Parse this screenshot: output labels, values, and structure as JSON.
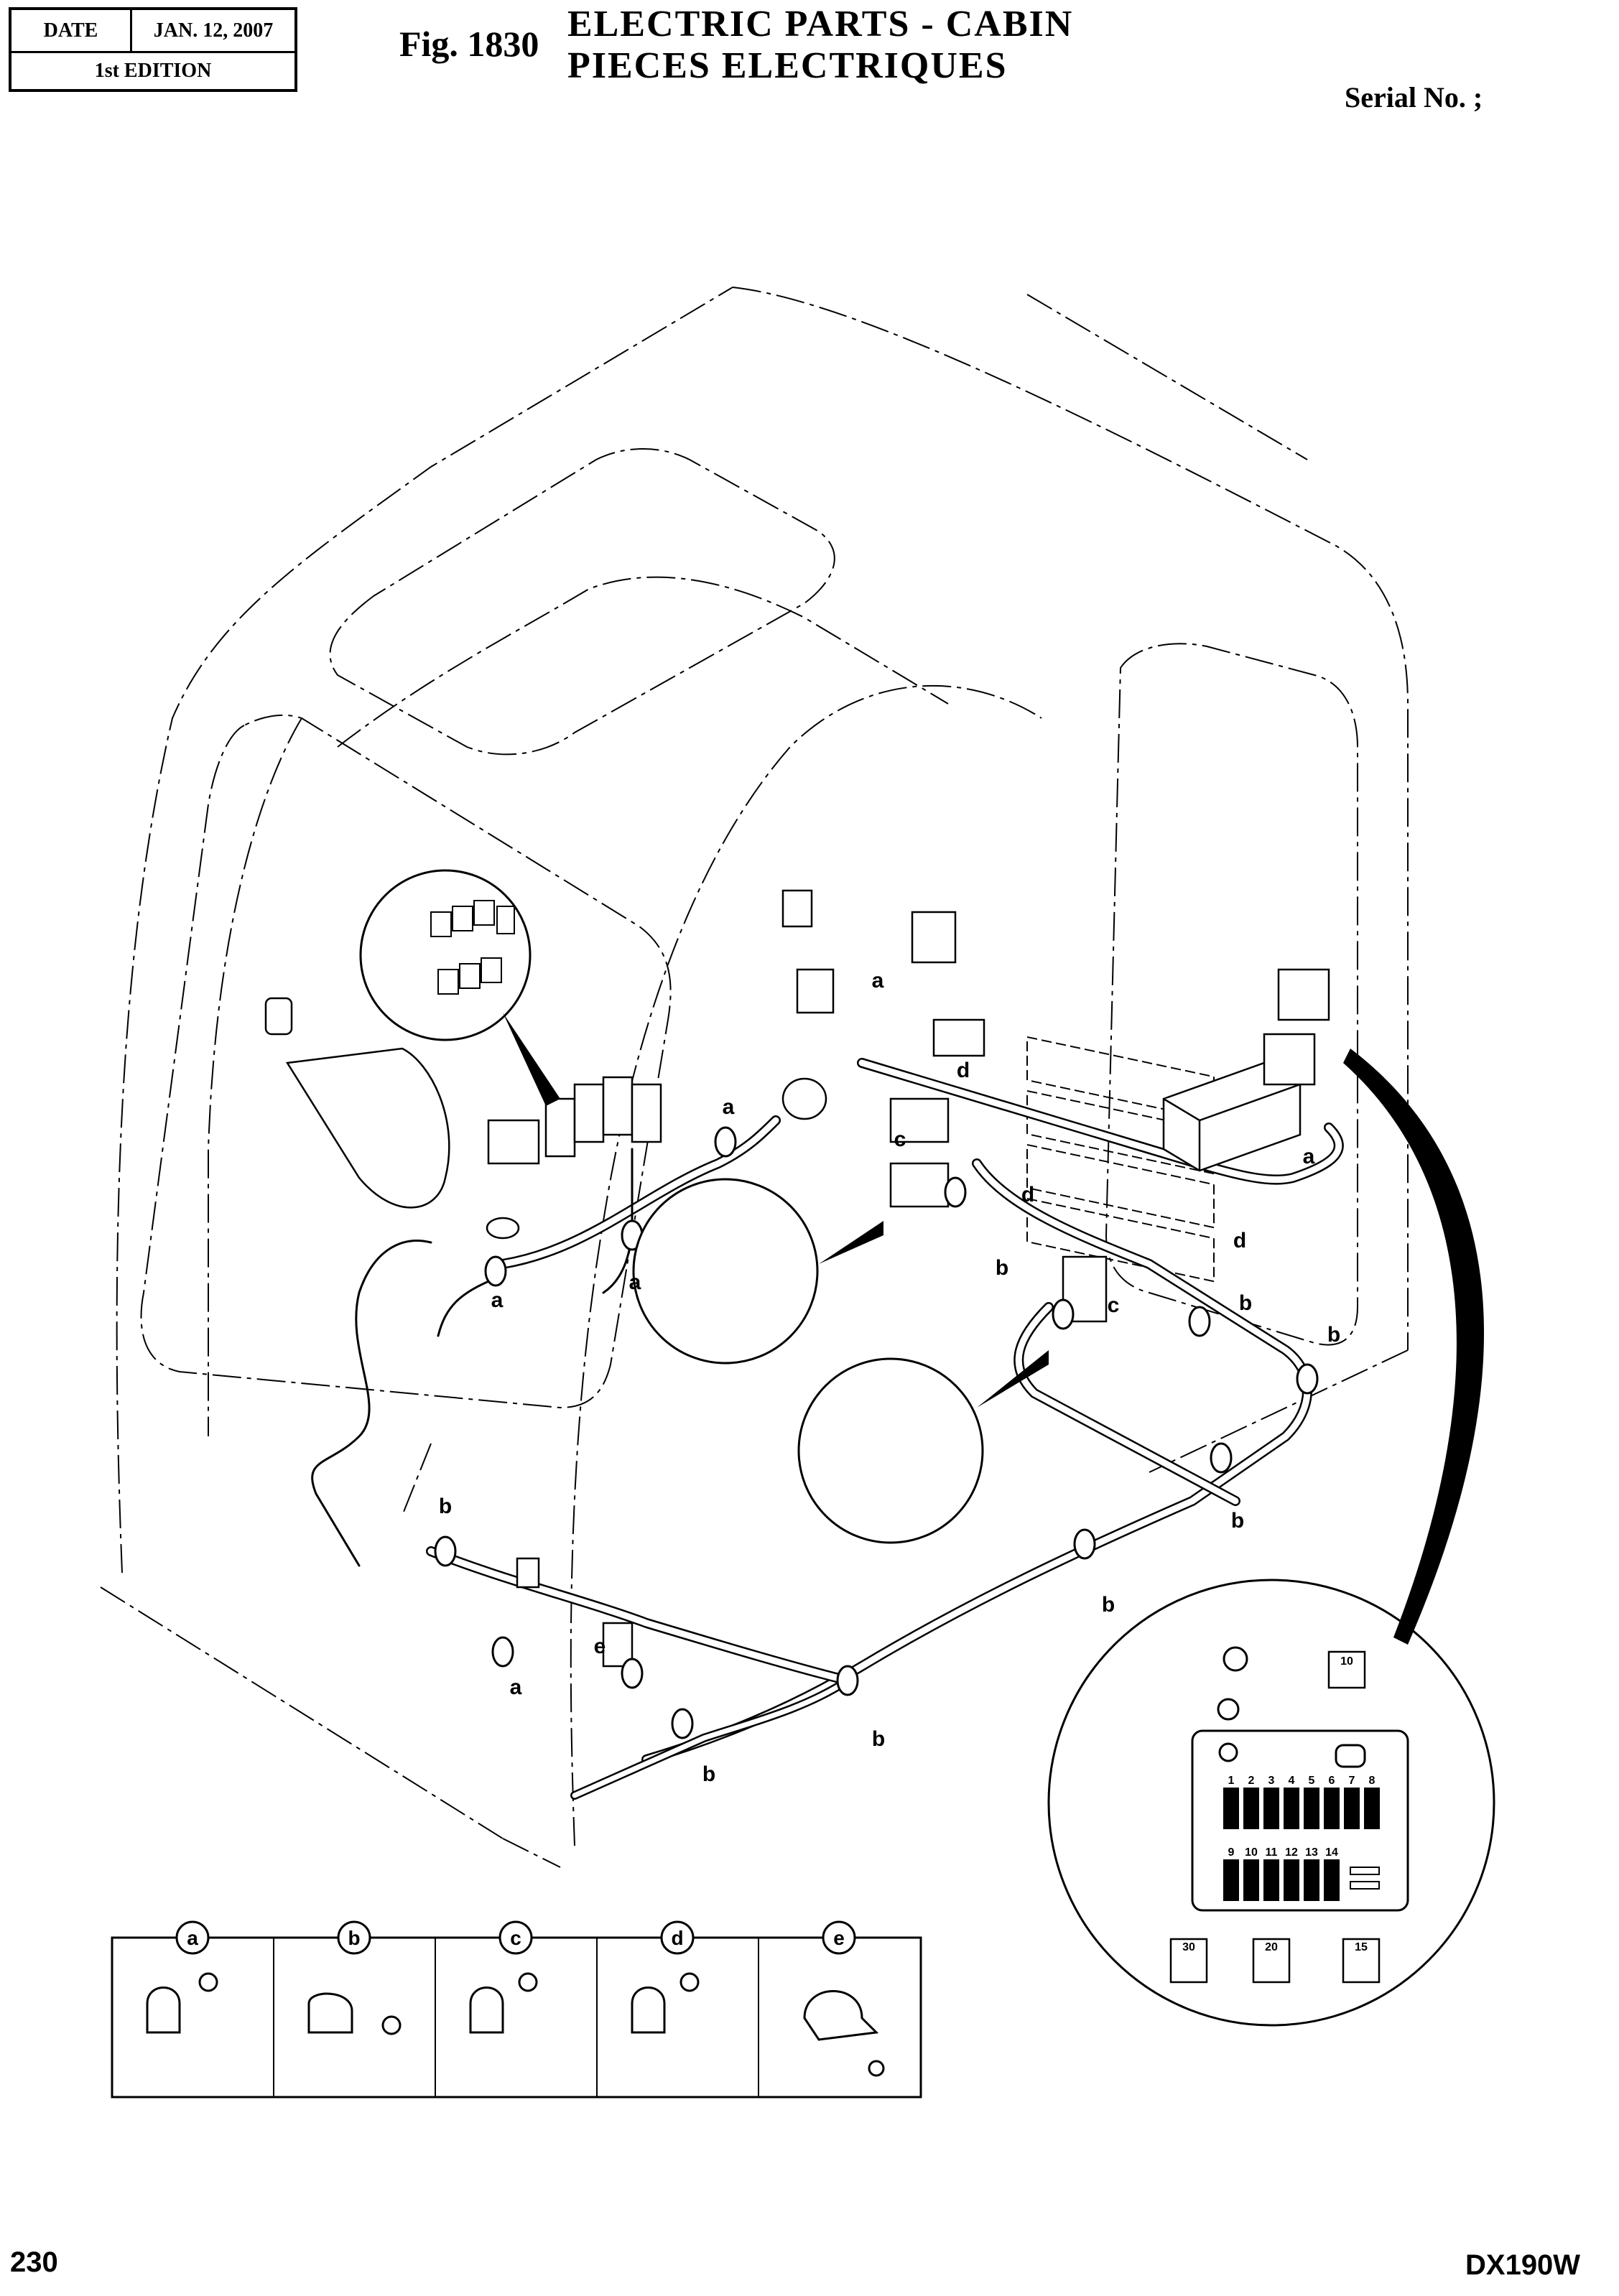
{
  "header": {
    "date_label": "DATE",
    "date_value": "JAN. 12, 2007",
    "edition": "1st EDITION",
    "fig_label": "Fig. 1830",
    "title_en": "ELECTRIC PARTS - CABIN",
    "title_fr": "PIECES ELECTRIQUES",
    "serial": "Serial No. ;"
  },
  "footer": {
    "page_number": "230",
    "model": "DX190W"
  },
  "callouts": [
    "a",
    "a",
    "a",
    "a",
    "a",
    "a",
    "b",
    "b",
    "b",
    "b",
    "b",
    "b",
    "b",
    "b",
    "c",
    "c",
    "d",
    "d",
    "d",
    "e"
  ],
  "legend": {
    "letters": [
      "a",
      "b",
      "c",
      "d",
      "e"
    ]
  },
  "fuse_box": {
    "top_numbers": [
      "1",
      "2",
      "3",
      "4",
      "5",
      "6",
      "7",
      "8"
    ],
    "bottom_numbers": [
      "9",
      "10",
      "11",
      "12",
      "13",
      "14"
    ],
    "fuse_ratings": [
      "10",
      "30",
      "20",
      "15"
    ]
  },
  "colors": {
    "ink": "#000000",
    "paper": "#ffffff"
  }
}
